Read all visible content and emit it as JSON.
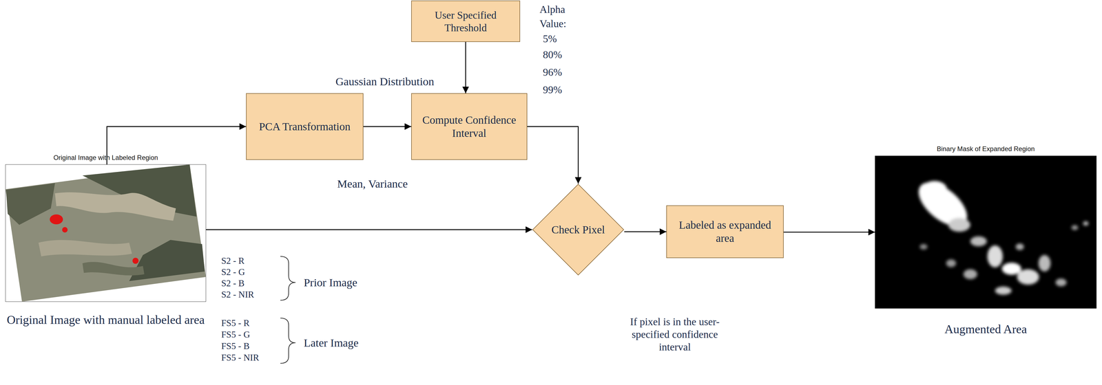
{
  "diagram": {
    "nodes": [
      {
        "text": [
          "Original Image with Labeled Region",
          "Original Image with manual labeled area"
        ]
      },
      {
        "text": [
          "User Specified Threshold"
        ]
      },
      {
        "text": [
          "PCA Transformation"
        ]
      },
      {
        "text": [
          "Compute Confidence Interval"
        ]
      },
      {
        "text": [
          "Check Pixel"
        ]
      },
      {
        "text": [
          "Labeled as expanded area"
        ]
      },
      {
        "text": [
          "Binary Mask of Expanded Region",
          "Augmented Area"
        ]
      }
    ],
    "edges": [
      {
        "from": 0,
        "to": 2,
        "arrow": "to"
      },
      {
        "from": 2,
        "to": 3,
        "arrow": "to"
      },
      {
        "from": 1,
        "to": 3,
        "arrow": "to"
      },
      {
        "from": 3,
        "to": 4,
        "arrow": "to"
      },
      {
        "from": 0,
        "to": 4,
        "arrow": "to"
      },
      {
        "from": 4,
        "to": 5,
        "arrow": "to"
      },
      {
        "from": 5,
        "to": 6,
        "arrow": "to"
      }
    ],
    "labels": [
      "Alpha Value:",
      "5%",
      "80%",
      "96%",
      "99%",
      "Gaussian Distribution",
      "Mean, Variance",
      "S2 - R",
      "S2 - G",
      "S2 - B",
      "S2 - NIR",
      "Prior Image",
      "FS5 - R",
      "FS5 - G",
      "FS5 - B",
      "FS5 - NIR",
      "Later Image",
      "If pixel is in the user-specified confidence interval"
    ]
  }
}
